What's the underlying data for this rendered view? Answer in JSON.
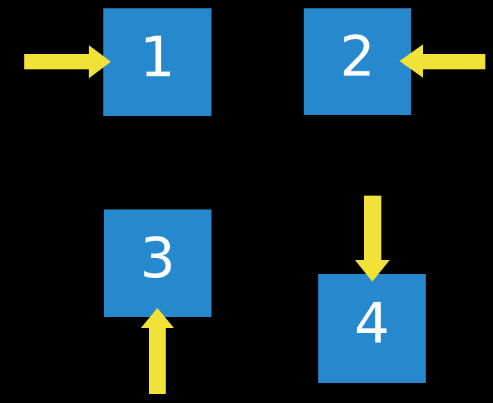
{
  "colors": {
    "background": "#000000",
    "square": "#2689CD",
    "arrow": "#F0E236",
    "label": "#FFFFFF"
  },
  "squares": [
    {
      "label": "1",
      "arrow_direction": "right"
    },
    {
      "label": "2",
      "arrow_direction": "left"
    },
    {
      "label": "3",
      "arrow_direction": "up"
    },
    {
      "label": "4",
      "arrow_direction": "down"
    }
  ]
}
